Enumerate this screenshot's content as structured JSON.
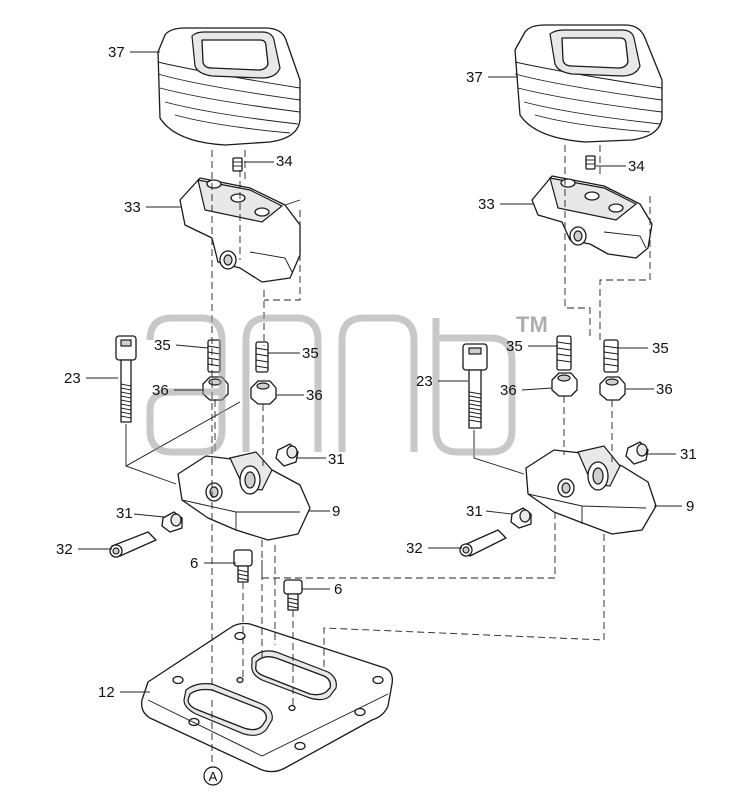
{
  "diagram": {
    "callouts": {
      "l37": "37",
      "l34": "34",
      "l33": "33",
      "l35a": "35",
      "l35b": "35",
      "l23": "23",
      "l36a": "36",
      "l36b": "36",
      "l31a": "31",
      "l9": "9",
      "l31b": "31",
      "l32": "32",
      "l6a": "6",
      "l6b": "6",
      "l12": "12",
      "r37": "37",
      "r34": "34",
      "r33": "33",
      "r35a": "35",
      "r35b": "35",
      "r23": "23",
      "r36a": "36",
      "r36b": "36",
      "r31a": "31",
      "r9": "9",
      "r31b": "31",
      "r32": "32"
    },
    "reference_marker": "A",
    "watermark": {
      "trademark": "TM"
    }
  }
}
